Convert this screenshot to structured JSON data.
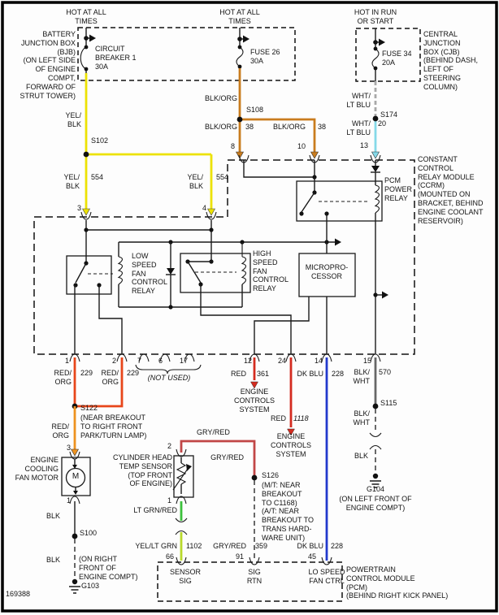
{
  "diagram_id": "169388",
  "feeds": {
    "hot1": [
      "HOT AT ALL",
      "TIMES"
    ],
    "hot2": [
      "HOT AT ALL",
      "TIMES"
    ],
    "hot3": [
      "HOT IN RUN",
      "OR START"
    ]
  },
  "bjb": {
    "label": [
      "BATTERY",
      "JUNCTION BOX",
      "(BJB)",
      "(ON LEFT SIDE",
      "OF ENGINE",
      "COMPT,",
      "FORWARD OF",
      "STRUT TOWER)"
    ],
    "breaker": [
      "CIRCUIT",
      "BREAKER 1",
      "30A"
    ],
    "fuse26": [
      "FUSE 26",
      "30A"
    ]
  },
  "cjb": {
    "label": [
      "CENTRAL",
      "JUNCTION",
      "BOX (CJB)",
      "(BEHIND DASH,",
      "LEFT OF",
      "STEERING",
      "COLUMN)"
    ],
    "fuse34": [
      "FUSE 34",
      "20A"
    ]
  },
  "ccrm": {
    "label": [
      "CONSTANT",
      "CONTROL",
      "RELAY MODULE",
      "(CCRM)",
      "(MOUNTED ON",
      "BRACKET, BEHIND",
      "ENGINE COOLANT",
      "RESERVOIR)"
    ],
    "pcm_power_relay": [
      "PCM",
      "POWER",
      "RELAY"
    ],
    "low_speed_relay": [
      "LOW",
      "SPEED",
      "FAN",
      "CONTROL",
      "RELAY"
    ],
    "high_speed_relay": [
      "HIGH",
      "SPEED",
      "FAN",
      "CONTROL",
      "RELAY"
    ],
    "microprocessor": [
      "MICROPRO-",
      "CESSOR"
    ],
    "not_used": "(NOT USED)"
  },
  "pins": {
    "p3": "3",
    "p4": "4",
    "p8": "8",
    "p10": "10",
    "p13": "13",
    "p1": "1",
    "p2": "2",
    "p7": "7",
    "p6": "6",
    "p17": "17",
    "p12": "12",
    "p24": "24",
    "p14": "14",
    "p15": "15",
    "motor3": "3",
    "motor1": "1",
    "sensor2": "2",
    "sensor1": "1",
    "p66": "66",
    "p91": "91",
    "p45": "45"
  },
  "wires": {
    "yel_blk_a": [
      "YEL/",
      "BLK"
    ],
    "yel_blk_b": [
      "YEL/",
      "BLK"
    ],
    "yel_blk_c": [
      "YEL/",
      "BLK"
    ],
    "c554a": "554",
    "c554b": "554",
    "blk_org_a": "BLK/ORG",
    "blk_org_b": "BLK/ORG",
    "blk_org_c": "BLK/ORG",
    "c38a": "38",
    "c38b": "38",
    "wht_lt_blu_a": [
      "WHT/",
      "LT BLU"
    ],
    "wht_lt_blu_b": [
      "WHT/",
      "LT BLU"
    ],
    "c20": "20",
    "red_org_a": [
      "RED/",
      "ORG"
    ],
    "red_org_b": [
      "RED/",
      "ORG"
    ],
    "red_org_c": [
      "RED/",
      "ORG"
    ],
    "c229a": "229",
    "c229b": "229",
    "red_a": "RED",
    "c361": "361",
    "red_b": "RED",
    "c1118": "1118",
    "dk_blu_a": "DK BLU",
    "c228a": "228",
    "dk_blu_b": "DK BLU",
    "c228b": "228",
    "blk_wht_a": [
      "BLK/",
      "WHT"
    ],
    "c570": "570",
    "blk_wht_b": [
      "BLK/",
      "WHT"
    ],
    "blk_a": "BLK",
    "blk_b": "BLK",
    "blk_c": "BLK",
    "gry_red_a": "GRY/RED",
    "gry_red_b": "GRY/RED",
    "gry_red_c": "GRY/RED",
    "c359": "359",
    "lt_grn_red": "LT GRN/RED",
    "yel_lt_grn": "YEL/LT GRN",
    "c1102": "1102"
  },
  "splices": {
    "s102": "S102",
    "s108": "S108",
    "s174": "S174",
    "s122": "S122",
    "s126": "S126",
    "s100": "S100",
    "s115": "S115"
  },
  "grounds": {
    "g103": "G103",
    "g104": "G104"
  },
  "notes": {
    "s122_note": [
      "(NEAR BREAKOUT",
      "TO RIGHT FRONT",
      "PARK/TURN LAMP)"
    ],
    "s126_note": [
      "(M/T: NEAR",
      "BREAKOUT",
      "TO C1168)",
      "(A/T: NEAR",
      "BREAKOUT TO",
      "TRANS HARD-",
      "WARE UNIT)"
    ],
    "g103_note": [
      "(ON RIGHT",
      "FRONT OF",
      "ENGINE COMPT)"
    ],
    "g104_note": [
      "(ON LEFT FRONT OF",
      "ENGINE COMPT)"
    ]
  },
  "ecs1": [
    "ENGINE",
    "CONTROLS",
    "SYSTEM"
  ],
  "ecs2": [
    "ENGINE",
    "CONTROLS",
    "SYSTEM"
  ],
  "fan_motor": {
    "label": [
      "ENGINE",
      "COOLING",
      "FAN MOTOR"
    ],
    "m": "M"
  },
  "cht_sensor": {
    "label": [
      "CYLINDER HEAD",
      "TEMP SENSOR",
      "(TOP FRONT",
      "OF ENGINE)"
    ]
  },
  "pcm": {
    "label": [
      "POWERTRAIN",
      "CONTROL MODULE",
      "(PCM)",
      "(BEHIND RIGHT KICK PANEL)"
    ],
    "sensor_sig": [
      "SENSOR",
      "SIG"
    ],
    "sig_rtn": [
      "SIG",
      "RTN"
    ],
    "lo_speed_fan_ctrl": [
      "LO SPEED",
      "FAN CTRL"
    ]
  },
  "palette": {
    "yellow": "#ece203",
    "orange": "#c97c1e",
    "lt_blue": "#85d9e8",
    "white_dash": "#a8a8a8",
    "red_orange": "#e8461a",
    "amber": "#ee9320",
    "red": "#d42b1f",
    "dk_blue": "#2139cc",
    "gray_red": "#c14747",
    "green": "#3cc03c",
    "chartreuse": "#b8d92b",
    "gray": "#676767"
  }
}
